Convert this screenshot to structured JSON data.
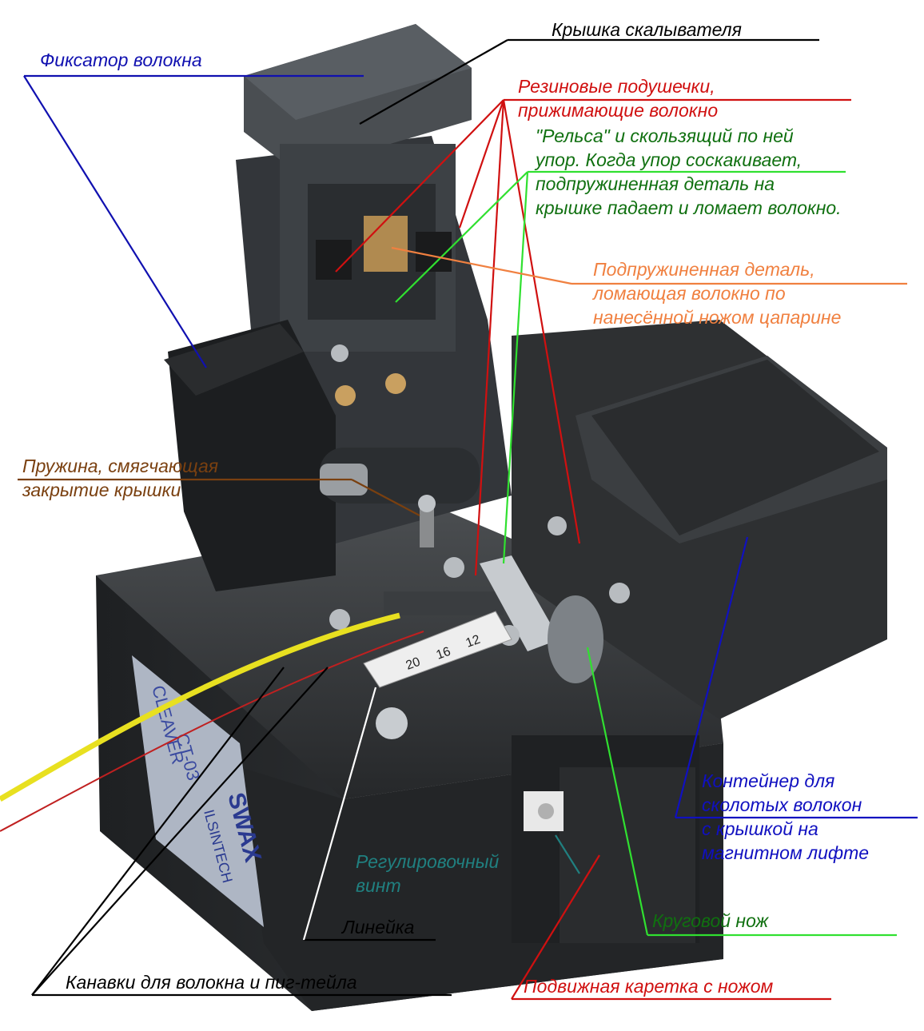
{
  "labels": {
    "cover": {
      "text": "Крышка скалывателя",
      "color": "#000000"
    },
    "fiber_clamp": {
      "text": "Фиксатор волокна",
      "color": "#1010b0"
    },
    "rubber_pads": {
      "lines": [
        "Резиновые подушечки,",
        "прижимающие волокно"
      ],
      "color": "#d01010"
    },
    "rail": {
      "lines": [
        "\"Рельса\" и скользящий по ней",
        "упор. Когда упор соскакивает,",
        "подпружиненная деталь на",
        "крышке падает и ломает волокно."
      ],
      "color": "#107010"
    },
    "spring_part": {
      "lines": [
        "Подпружиненная деталь,",
        "ломающая волокно по",
        "нанесённой ножом цапарине"
      ],
      "color": "#f08040"
    },
    "spring": {
      "lines": [
        "Пружина, смягчающая",
        "закрытие крышки"
      ],
      "color": "#7a4010"
    },
    "container": {
      "lines": [
        "Контейнер для",
        "сколотых волокон",
        "с крышкой на",
        "магнитном лифте"
      ],
      "color": "#1010c0"
    },
    "adjust_screw": {
      "lines": [
        "Регулировочный",
        "винт"
      ],
      "color": "#208080"
    },
    "ruler": {
      "text": "Линейка",
      "color": "#000000"
    },
    "circular_knife": {
      "text": "Круговой нож",
      "color": "#107010"
    },
    "grooves": {
      "text": "Канавки для волокна и пиг-тейла",
      "color": "#000000"
    },
    "carriage": {
      "text": "Подвижная каретка с ножом",
      "color": "#d01010"
    }
  },
  "device": {
    "ruler_marks": [
      "20",
      "16",
      "12"
    ],
    "brand_side": "CLEAVER",
    "model_side": "CT-03",
    "maker_side": "ILSINTECH",
    "brand_logo": "SWAX"
  },
  "colors": {
    "body": "#2b2d2f",
    "fiber_yellow": "#e8e020",
    "fiber_red": "#c02020"
  }
}
